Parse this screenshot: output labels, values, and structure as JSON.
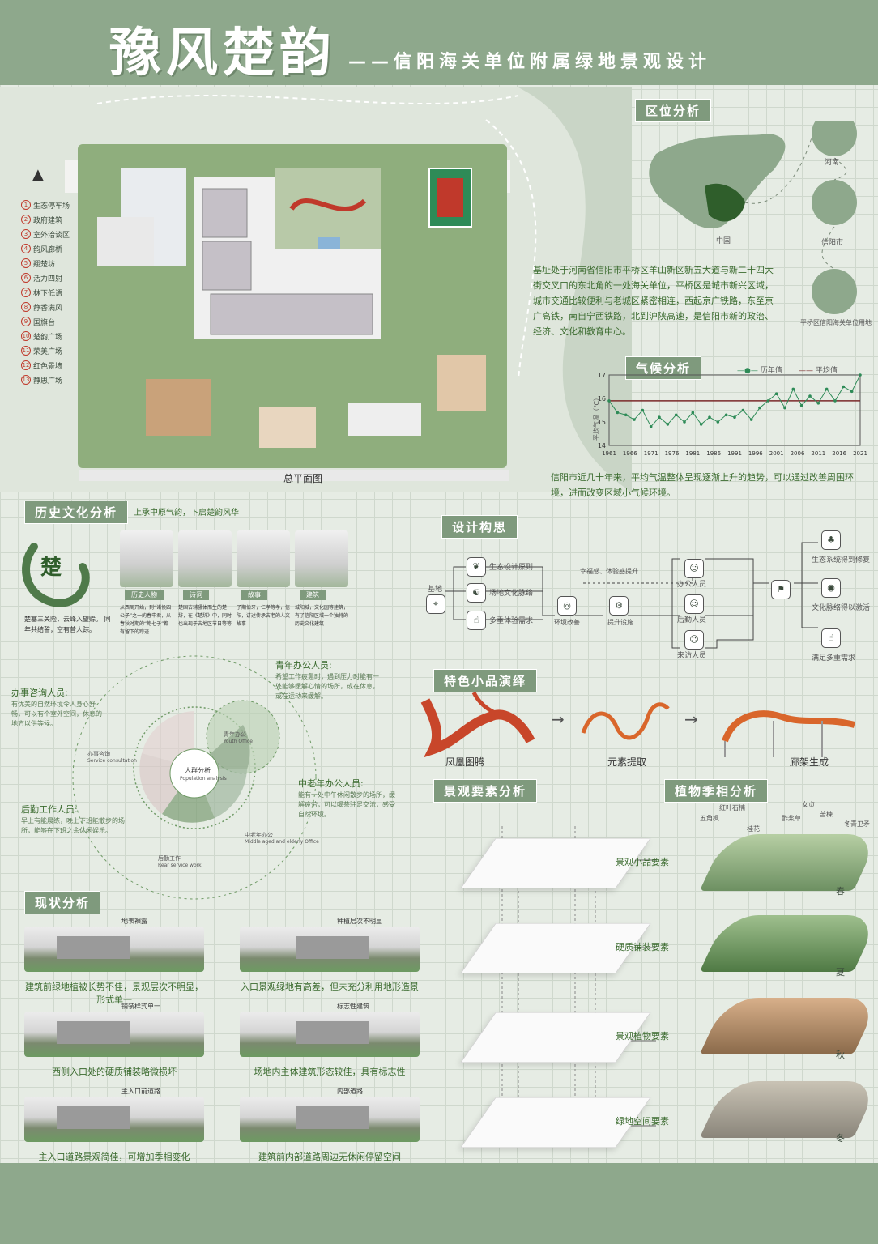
{
  "header": {
    "title": "豫风楚韵",
    "subtitle": "——信阳海关单位附属绿地景观设计"
  },
  "colors": {
    "accent": "#8ea88c",
    "tag_bg": "#7f9a7d",
    "text_green": "#3b6b2f",
    "ribbon": "#d9662b",
    "chart_line": "#2e8b57",
    "avg_line": "#7b2a2a"
  },
  "masterplan": {
    "caption": "总平面图",
    "north_icon": "north-arrow-icon",
    "legend": [
      "生态停车场",
      "政府建筑",
      "室外洽谈区",
      "韵风廊桥",
      "翔楚坊",
      "活力四射",
      "林下低语",
      "静香满风",
      "国旗台",
      "楚韵广场",
      "荣美广场",
      "红色景墙",
      "静思广场"
    ]
  },
  "location": {
    "title": "区位分析",
    "labels": {
      "china": "中国",
      "henan": "河南",
      "xinyang": "信阳市",
      "district": "平桥区信阳海关单位用地"
    },
    "description": "基址处于河南省信阳市平桥区羊山新区新五大道与新二十四大街交叉口的东北角的一处海关单位，平桥区是城市新兴区域，城市交通比较便利与老城区紧密相连，西起京广铁路，东至京广高铁，南自宁西铁路，北到沪陕高速，是信阳市新的政治、经济、文化和教育中心。"
  },
  "climate": {
    "title": "气候分析",
    "legend_yearly": "历年值",
    "legend_avg": "平均值",
    "ylabel": "平均气温（℃）",
    "description": "信阳市近几十年来，平均气温整体呈现逐渐上升的趋势，可以通过改善周围环境，进而改变区域小气候环境。"
  },
  "chart_data": {
    "type": "line",
    "title": "",
    "xlabel": "",
    "ylabel": "平均气温（℃）",
    "x_ticks": [
      1961,
      1966,
      1971,
      1976,
      1981,
      1986,
      1991,
      1996,
      2001,
      2006,
      2011,
      2016,
      2021
    ],
    "y_ticks": [
      14,
      15,
      16,
      17
    ],
    "xlim": [
      1961,
      2021
    ],
    "ylim": [
      14,
      17
    ],
    "series": [
      {
        "name": "历年值",
        "x": [
          1961,
          1963,
          1965,
          1967,
          1969,
          1971,
          1973,
          1975,
          1977,
          1979,
          1981,
          1983,
          1985,
          1987,
          1989,
          1991,
          1993,
          1995,
          1997,
          1999,
          2001,
          2003,
          2005,
          2007,
          2009,
          2011,
          2013,
          2015,
          2017,
          2019,
          2021
        ],
        "values": [
          15.9,
          15.4,
          15.3,
          15.1,
          15.5,
          14.8,
          15.2,
          14.9,
          15.3,
          15.0,
          15.4,
          14.9,
          15.2,
          15.0,
          15.3,
          15.2,
          15.5,
          15.1,
          15.6,
          15.9,
          16.2,
          15.6,
          16.4,
          15.7,
          16.1,
          15.8,
          16.4,
          15.9,
          16.5,
          16.3,
          17.0
        ]
      },
      {
        "name": "平均值",
        "x": [
          1961,
          2021
        ],
        "values": [
          15.9,
          15.9
        ]
      }
    ]
  },
  "history": {
    "title": "历史文化分析",
    "subtitle": "上承中原气韵，下启楚韵风华",
    "chu_char": "楚",
    "intro": "楚塞三关险，云峰入望赊。 同年共结誓，空有昔人踪。",
    "cards": [
      {
        "label": "历史人物",
        "text": "从西周开始，到“诸侯四公子”之一的春申君，从春秋时期的“鲍七子”都有留下的踪迹"
      },
      {
        "label": "诗词",
        "text": "楚国古辅骚体而生的楚辞，在《楚辞》中，同时也出现于古地区节日等等"
      },
      {
        "label": "故事",
        "text": "子期伯牙，仁孝等孝，信阳，讲述传承古老的人文故事"
      },
      {
        "label": "建筑",
        "text": "城阳城，文化园等建筑，有了信阳区域一个独特的历史文化建筑"
      }
    ]
  },
  "structure": {
    "title": "设计构思",
    "base": "基地",
    "inputs": [
      "生态设计原则",
      "场地文化脉络",
      "多重体验需求"
    ],
    "env": "环境改善",
    "upgrade": "提升设施",
    "arrow_label": "幸福感、体验感提升",
    "users": [
      "办公人员",
      "后勤人员",
      "来访人员"
    ],
    "outputs": [
      "生态系统得到修复",
      "文化脉络得以激活",
      "满足多重需求"
    ]
  },
  "feature": {
    "title": "特色小品演绎",
    "steps": [
      "凤凰图腾",
      "元素提取",
      "廊架生成"
    ]
  },
  "population": {
    "center": "人群分析",
    "center_en": "Population analysis",
    "groups": [
      {
        "title": "办事咨询人员:",
        "text": "有优美的自然环境令人身心舒畅，可以有个室外空间，休息的地方以供等候。",
        "name": "办事咨询",
        "name_en": "Service consultation"
      },
      {
        "title": "青年办公人员:",
        "text": "希望工作疲惫时，遇到压力时能有一处能够缓解心情的场所，或在休息，或在运动来缓解。",
        "name": "青年办公",
        "name_en": "Youth Office"
      },
      {
        "title": "中老年办公人员:",
        "text": "能有一处中午休闲散步的场所，缓解疲劳，可以喝茶驻足交流，感受自然环境。",
        "name": "中老年办公",
        "name_en": "Middle aged and elderly Office"
      },
      {
        "title": "后勤工作人员:",
        "text": "早上有能晨练，晚上下班能散步的场所，能够在下班之余休闲娱乐。",
        "name": "后勤工作",
        "name_en": "Rear service work"
      }
    ]
  },
  "status": {
    "title": "现状分析",
    "items": [
      {
        "tag": "地表裸露",
        "caption": "建筑前绿地植被长势不佳，景观层次不明显，形式单一"
      },
      {
        "tag": "种植层次不明显",
        "caption": "入口景观绿地有高差，但未充分利用地形造景"
      },
      {
        "tag": "铺装样式单一",
        "caption": "西侧入口处的硬质铺装略微损坏"
      },
      {
        "tag": "标志性建筑",
        "caption": "场地内主体建筑形态较佳，具有标志性"
      },
      {
        "tag": "主入口前道路",
        "caption": "主入口道路景观简佳，可增加季相变化"
      },
      {
        "tag": "内部道路",
        "caption": "建筑前内部道路周边无休闲停留空间"
      }
    ]
  },
  "elements": {
    "title": "景观要素分析",
    "layers": [
      "景观小品要素",
      "硬质铺装要素",
      "景观植物要素",
      "绿地空间要素"
    ]
  },
  "plants": {
    "title": "植物季相分析",
    "species": [
      "红叶石楠",
      "女贞",
      "五角枫",
      "桂花",
      "酢浆草",
      "苦楝",
      "冬青卫矛"
    ],
    "seasons": [
      "春",
      "夏",
      "秋",
      "冬"
    ]
  }
}
